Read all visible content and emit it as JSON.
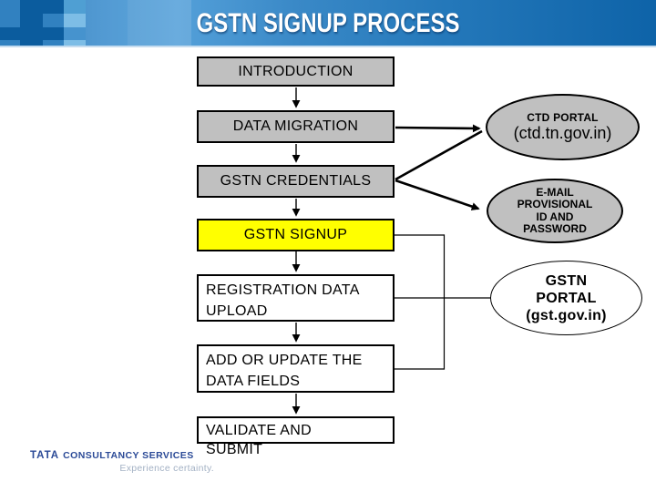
{
  "slide": {
    "title": "GSTN SIGNUP PROCESS"
  },
  "flow": {
    "boxes": [
      {
        "id": "introduction",
        "label": "INTRODUCTION",
        "style": "gray"
      },
      {
        "id": "data-migration",
        "label": "DATA MIGRATION",
        "style": "gray"
      },
      {
        "id": "gstn-credentials",
        "label": "GSTN CREDENTIALS",
        "style": "gray"
      },
      {
        "id": "gstn-signup",
        "label": "GSTN SIGNUP",
        "style": "yellow-highlight"
      },
      {
        "id": "registration-data-upload",
        "lines": [
          "REGISTRATION DATA",
          "UPLOAD"
        ],
        "style": "white"
      },
      {
        "id": "add-or-update-data-fields",
        "lines": [
          "ADD OR UPDATE THE",
          "DATA FIELDS"
        ],
        "style": "white"
      },
      {
        "id": "validate-and-submit",
        "lines": [
          "VALIDATE AND",
          "SUBMIT"
        ],
        "style": "white"
      }
    ],
    "ellipses": [
      {
        "id": "ctd-portal",
        "title": "CTD PORTAL",
        "subtitle": "(ctd.tn.gov.in)",
        "style": "gray"
      },
      {
        "id": "email-provisional-id",
        "lines": [
          "E-MAIL",
          "PROVISIONAL",
          "ID AND",
          "PASSWORD"
        ],
        "style": "gray"
      },
      {
        "id": "gstn-portal",
        "lines": [
          "GSTN",
          "PORTAL",
          "(gst.gov.in)"
        ],
        "style": "white"
      }
    ]
  },
  "footer": {
    "brand_bold": "TATA",
    "brand_rest": "CONSULTANCY SERVICES",
    "tagline": "Experience certainty."
  },
  "colors": {
    "banner_blue": "#2E7CBA",
    "banner_dark_blue": "#0B5C9E",
    "banner_light_blue": "#7DBDE6",
    "box_gray": "#C0C0C0",
    "highlight_yellow": "#FFFF00",
    "line_black": "#000000",
    "tcs_logo_blue": "#2B4A97",
    "tagline_gray": "#A3B1C4"
  }
}
